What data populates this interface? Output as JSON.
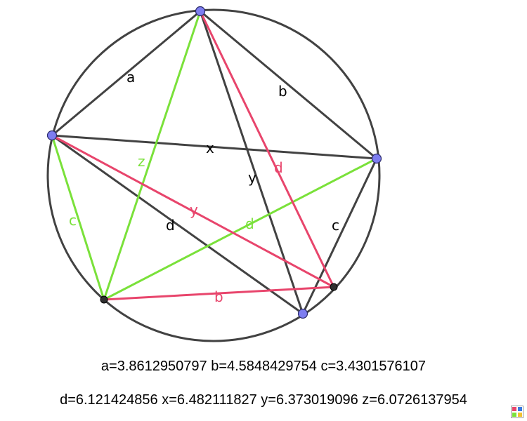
{
  "figure": {
    "colors": {
      "black_line": "#424242",
      "green_line": "#7ae13a",
      "red_line": "#e8456c",
      "blue_point": "#7d7df0",
      "dark_point": "#303030"
    },
    "segment_labels": {
      "a": "a",
      "b_black": "b",
      "c_black": "c",
      "d_black": "d",
      "x": "x",
      "y_black": "y",
      "z": "z",
      "c_green": "c",
      "d_green": "d",
      "d_red": "d",
      "y_red": "y",
      "b_red": "b"
    }
  },
  "readouts": {
    "line1": "a=3.8612950797 b=4.5848429754 c=3.4301576107",
    "line2": "d=6.121424856 x=6.482111827 y=6.373019096 z=6.0726137954"
  },
  "icons": {
    "logo": "geogebra-logo-icon"
  }
}
